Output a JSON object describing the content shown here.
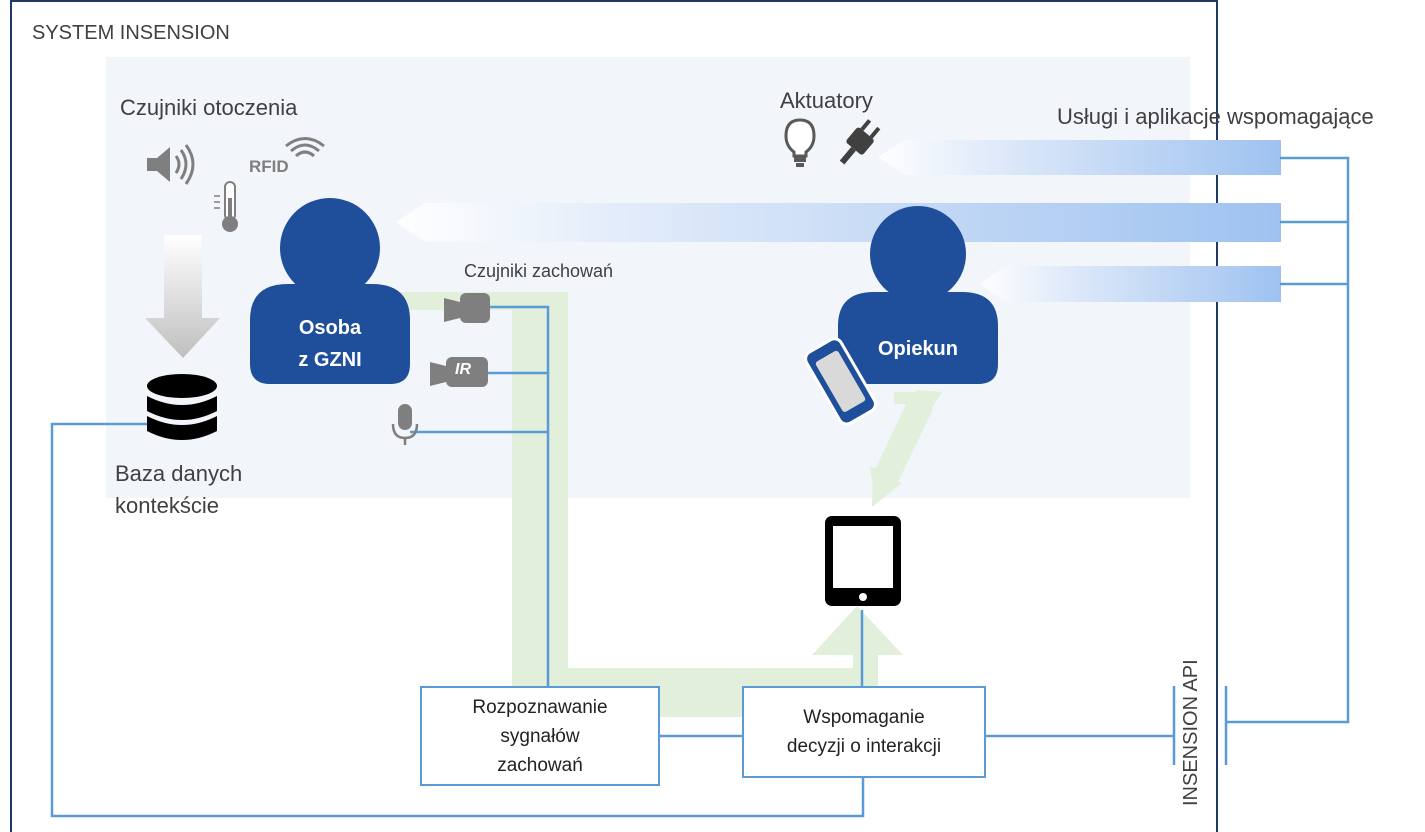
{
  "system_label": "SYSTEM INSENSION",
  "ambient_sensors_label": "Czujniki otoczenia",
  "rfid_label": "RFID",
  "behavior_sensors_label": "Czujniki zachowań",
  "ir_label": "IR",
  "actuators_label": "Aktuatory",
  "services_label": "Usługi i aplikacje wspomagające",
  "person_label": [
    "Osoba",
    "z GZNI"
  ],
  "caregiver_label": "Opiekun",
  "database_label": [
    "Baza danych",
    "kontekście"
  ],
  "recognition_box": [
    "Rozpoznawanie",
    "sygnałów",
    "zachowań"
  ],
  "decision_box": [
    "Wspomaganie",
    "decyzji o interakcji"
  ],
  "api_label": "INSENSION API",
  "colors": {
    "person_blue": "#1f4e9a",
    "link_blue": "#5b9bd5",
    "icon_gray": "#7f7f7f",
    "green_flow": "#e2efda",
    "frame": "#1f3864",
    "area_bg": "#f2f5f9"
  }
}
